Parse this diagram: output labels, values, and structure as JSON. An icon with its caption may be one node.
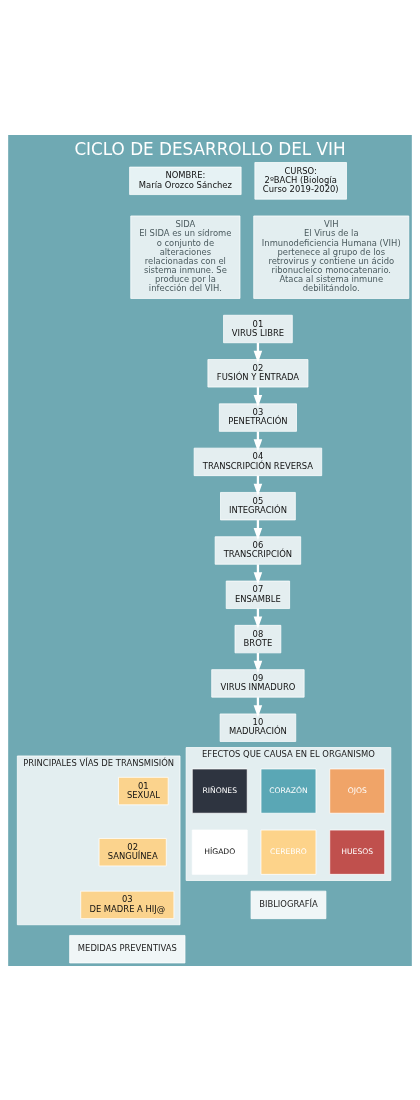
{
  "diagram": {
    "title": "CICLO DE DESARROLLO DEL VIH",
    "nodes": [
      {
        "text": [
          "NOMBRE:",
          "María Orozco Sánchez"
        ]
      },
      {
        "text": [
          "CURSO:",
          "2ºBACH (Biología Curso 2019-2020)"
        ]
      },
      {
        "text": [
          "SIDA",
          "El SIDA es un sídrome o conjunto de alteraciones relacionadas con el sistema inmune. Se produce por la infección del VIH."
        ]
      },
      {
        "text": [
          "VIH",
          "El Virus de la Inmunodeficiencia Humana (VIH) pertenece al grupo de los retrovirus y contiene un ácido ribonucleico monocatenario. Ataca al sistema inmune debilitándolo."
        ]
      },
      {
        "text": [
          "01",
          "VIRUS LIBRE"
        ]
      },
      {
        "text": [
          "02",
          "FUSIÓN Y ENTRADA"
        ]
      },
      {
        "text": [
          "03",
          "PENETRACIÓN"
        ]
      },
      {
        "text": [
          "04",
          "TRANSCRIPCIÓN REVERSA"
        ]
      },
      {
        "text": [
          "05",
          "INTEGRACIÓN"
        ]
      },
      {
        "text": [
          "06",
          "TRANSCRIPCIÓN"
        ]
      },
      {
        "text": [
          "07",
          "ENSAMBLE"
        ]
      },
      {
        "text": [
          "08",
          "BROTE"
        ]
      },
      {
        "text": [
          "09",
          "VIRUS INMADURO"
        ]
      },
      {
        "text": [
          "10",
          "MADURACIÓN"
        ]
      },
      {
        "text": [
          "PRINCIPALES VÍAS DE TRANSMISIÓN"
        ]
      },
      {
        "text": [
          "01",
          "SEXUAL"
        ],
        "in": 14
      },
      {
        "text": [
          "02",
          "SANGUÍNEA"
        ],
        "in": 14
      },
      {
        "text": [
          "03",
          "DE MADRE A HIJ@"
        ],
        "in": 14
      },
      {
        "text": [
          "MEDIDAS PREVENTIVAS"
        ]
      },
      {
        "text": [
          "EFECTOS QUE CAUSA EN EL ORGANISMO"
        ]
      },
      {
        "text": [
          "OJOS"
        ],
        "in": 19
      },
      {
        "text": [
          "CORAZÓN"
        ],
        "in": 19
      },
      {
        "text": [
          "RIÑONES"
        ],
        "in": 19
      },
      {
        "text": [
          "HUESOS"
        ],
        "in": 19
      },
      {
        "text": [
          "CEREBRO"
        ],
        "in": 19
      },
      {
        "text": [
          "HÍGADO"
        ],
        "in": 19
      },
      {
        "text": [
          "BIBLIOGRAFÍA"
        ]
      }
    ],
    "edges": [
      {
        "from": 4,
        "to": 5,
        "arrow": "to"
      },
      {
        "from": 5,
        "to": 6,
        "arrow": "to"
      },
      {
        "from": 6,
        "to": 7,
        "arrow": "to"
      },
      {
        "from": 7,
        "to": 8,
        "arrow": "to"
      },
      {
        "from": 8,
        "to": 9,
        "arrow": "to"
      },
      {
        "from": 9,
        "to": 10,
        "arrow": "to"
      },
      {
        "from": 10,
        "to": 11,
        "arrow": "to"
      },
      {
        "from": 11,
        "to": 12,
        "arrow": "to"
      },
      {
        "from": 12,
        "to": 13,
        "arrow": "to"
      }
    ]
  }
}
